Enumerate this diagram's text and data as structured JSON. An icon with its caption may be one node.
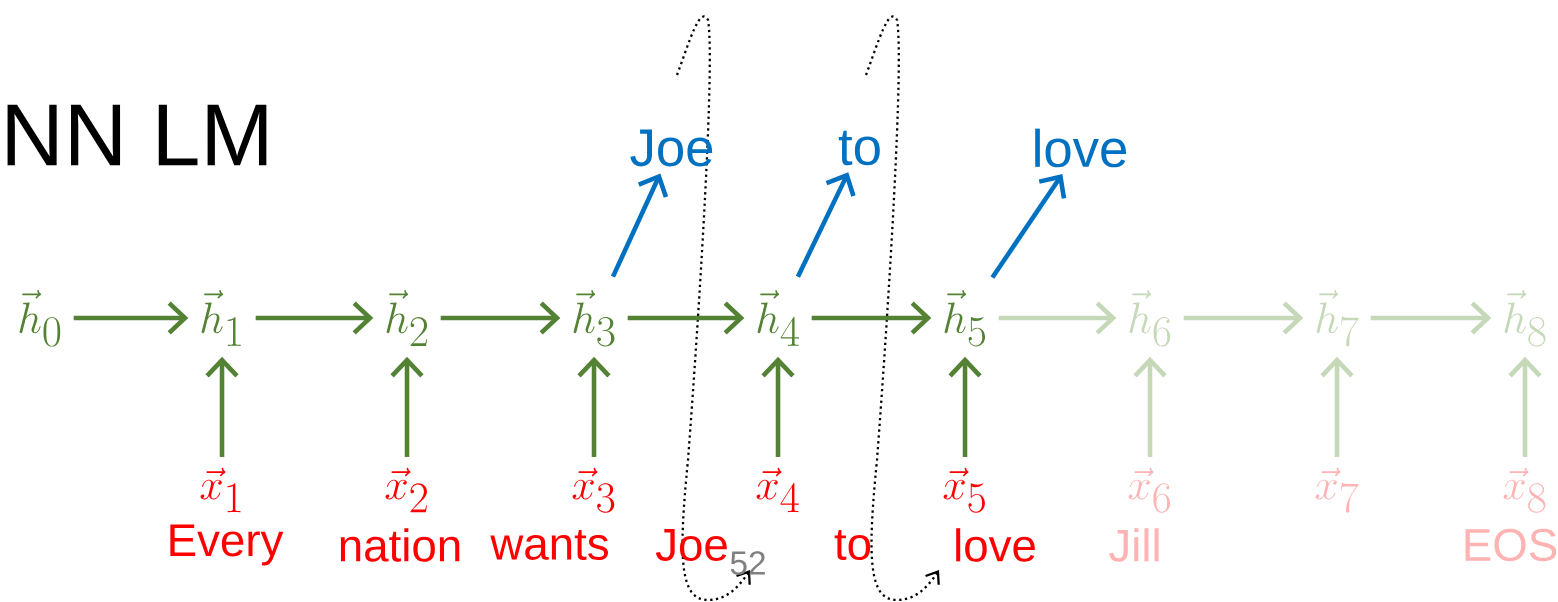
{
  "diagram": {
    "title": "NN LM",
    "nodes": [
      {
        "text": [
          "\\vec{h}_{0}"
        ]
      },
      {
        "text": [
          "\\vec{h}_{1}"
        ]
      },
      {
        "text": [
          "\\vec{h}_{2}"
        ]
      },
      {
        "text": [
          "\\vec{h}_{3}"
        ]
      },
      {
        "text": [
          "\\vec{h}_{4}"
        ]
      },
      {
        "text": [
          "\\vec{h}_{5}"
        ]
      },
      {
        "text": [
          "\\vec{h}_{6}"
        ]
      },
      {
        "text": [
          "\\vec{h}_{7}"
        ]
      },
      {
        "text": [
          "\\vec{h}_{8}"
        ]
      },
      {
        "text": [
          "\\vec{x}_{1}"
        ]
      },
      {
        "text": [
          "\\vec{x}_{2}"
        ]
      },
      {
        "text": [
          "\\vec{x}_{3}"
        ]
      },
      {
        "text": [
          "\\vec{x}_{4}"
        ]
      },
      {
        "text": [
          "\\vec{x}_{5}"
        ]
      },
      {
        "text": [
          "\\vec{x}_{6}"
        ]
      },
      {
        "text": [
          "\\vec{x}_{7}"
        ]
      },
      {
        "text": [
          "\\vec{x}_{8}"
        ]
      },
      {
        "text": [
          "Joe"
        ]
      },
      {
        "text": [
          "to"
        ]
      },
      {
        "text": [
          "love"
        ]
      }
    ],
    "edges": [
      {
        "from": 0,
        "to": 1,
        "arrow": "to"
      },
      {
        "from": 1,
        "to": 2,
        "arrow": "to"
      },
      {
        "from": 2,
        "to": 3,
        "arrow": "to"
      },
      {
        "from": 3,
        "to": 4,
        "arrow": "to"
      },
      {
        "from": 4,
        "to": 5,
        "arrow": "to"
      },
      {
        "from": 5,
        "to": 6,
        "arrow": "to",
        "color": "#c5d8b8"
      },
      {
        "from": 6,
        "to": 7,
        "arrow": "to",
        "color": "#c5d8b8"
      },
      {
        "from": 7,
        "to": 8,
        "arrow": "to",
        "color": "#c5d8b8"
      },
      {
        "from": 9,
        "to": 1,
        "arrow": "to"
      },
      {
        "from": 10,
        "to": 2,
        "arrow": "to"
      },
      {
        "from": 11,
        "to": 3,
        "arrow": "to"
      },
      {
        "from": 12,
        "to": 4,
        "arrow": "to"
      },
      {
        "from": 13,
        "to": 5,
        "arrow": "to"
      },
      {
        "from": 14,
        "to": 6,
        "arrow": "to",
        "color": "#c5d8b8"
      },
      {
        "from": 15,
        "to": 7,
        "arrow": "to",
        "color": "#c5d8b8"
      },
      {
        "from": 16,
        "to": 8,
        "arrow": "to",
        "color": "#c5d8b8"
      },
      {
        "from": 3,
        "to": 17,
        "arrow": "to",
        "color": "#0070c0"
      },
      {
        "from": 4,
        "to": 18,
        "arrow": "to",
        "color": "#0070c0"
      },
      {
        "from": 5,
        "to": 19,
        "arrow": "to",
        "color": "#0070c0"
      }
    ],
    "labels": [
      "Every",
      "nation",
      "wants",
      "Joe",
      "52",
      "to",
      "love",
      "Jill",
      "EOS"
    ]
  }
}
